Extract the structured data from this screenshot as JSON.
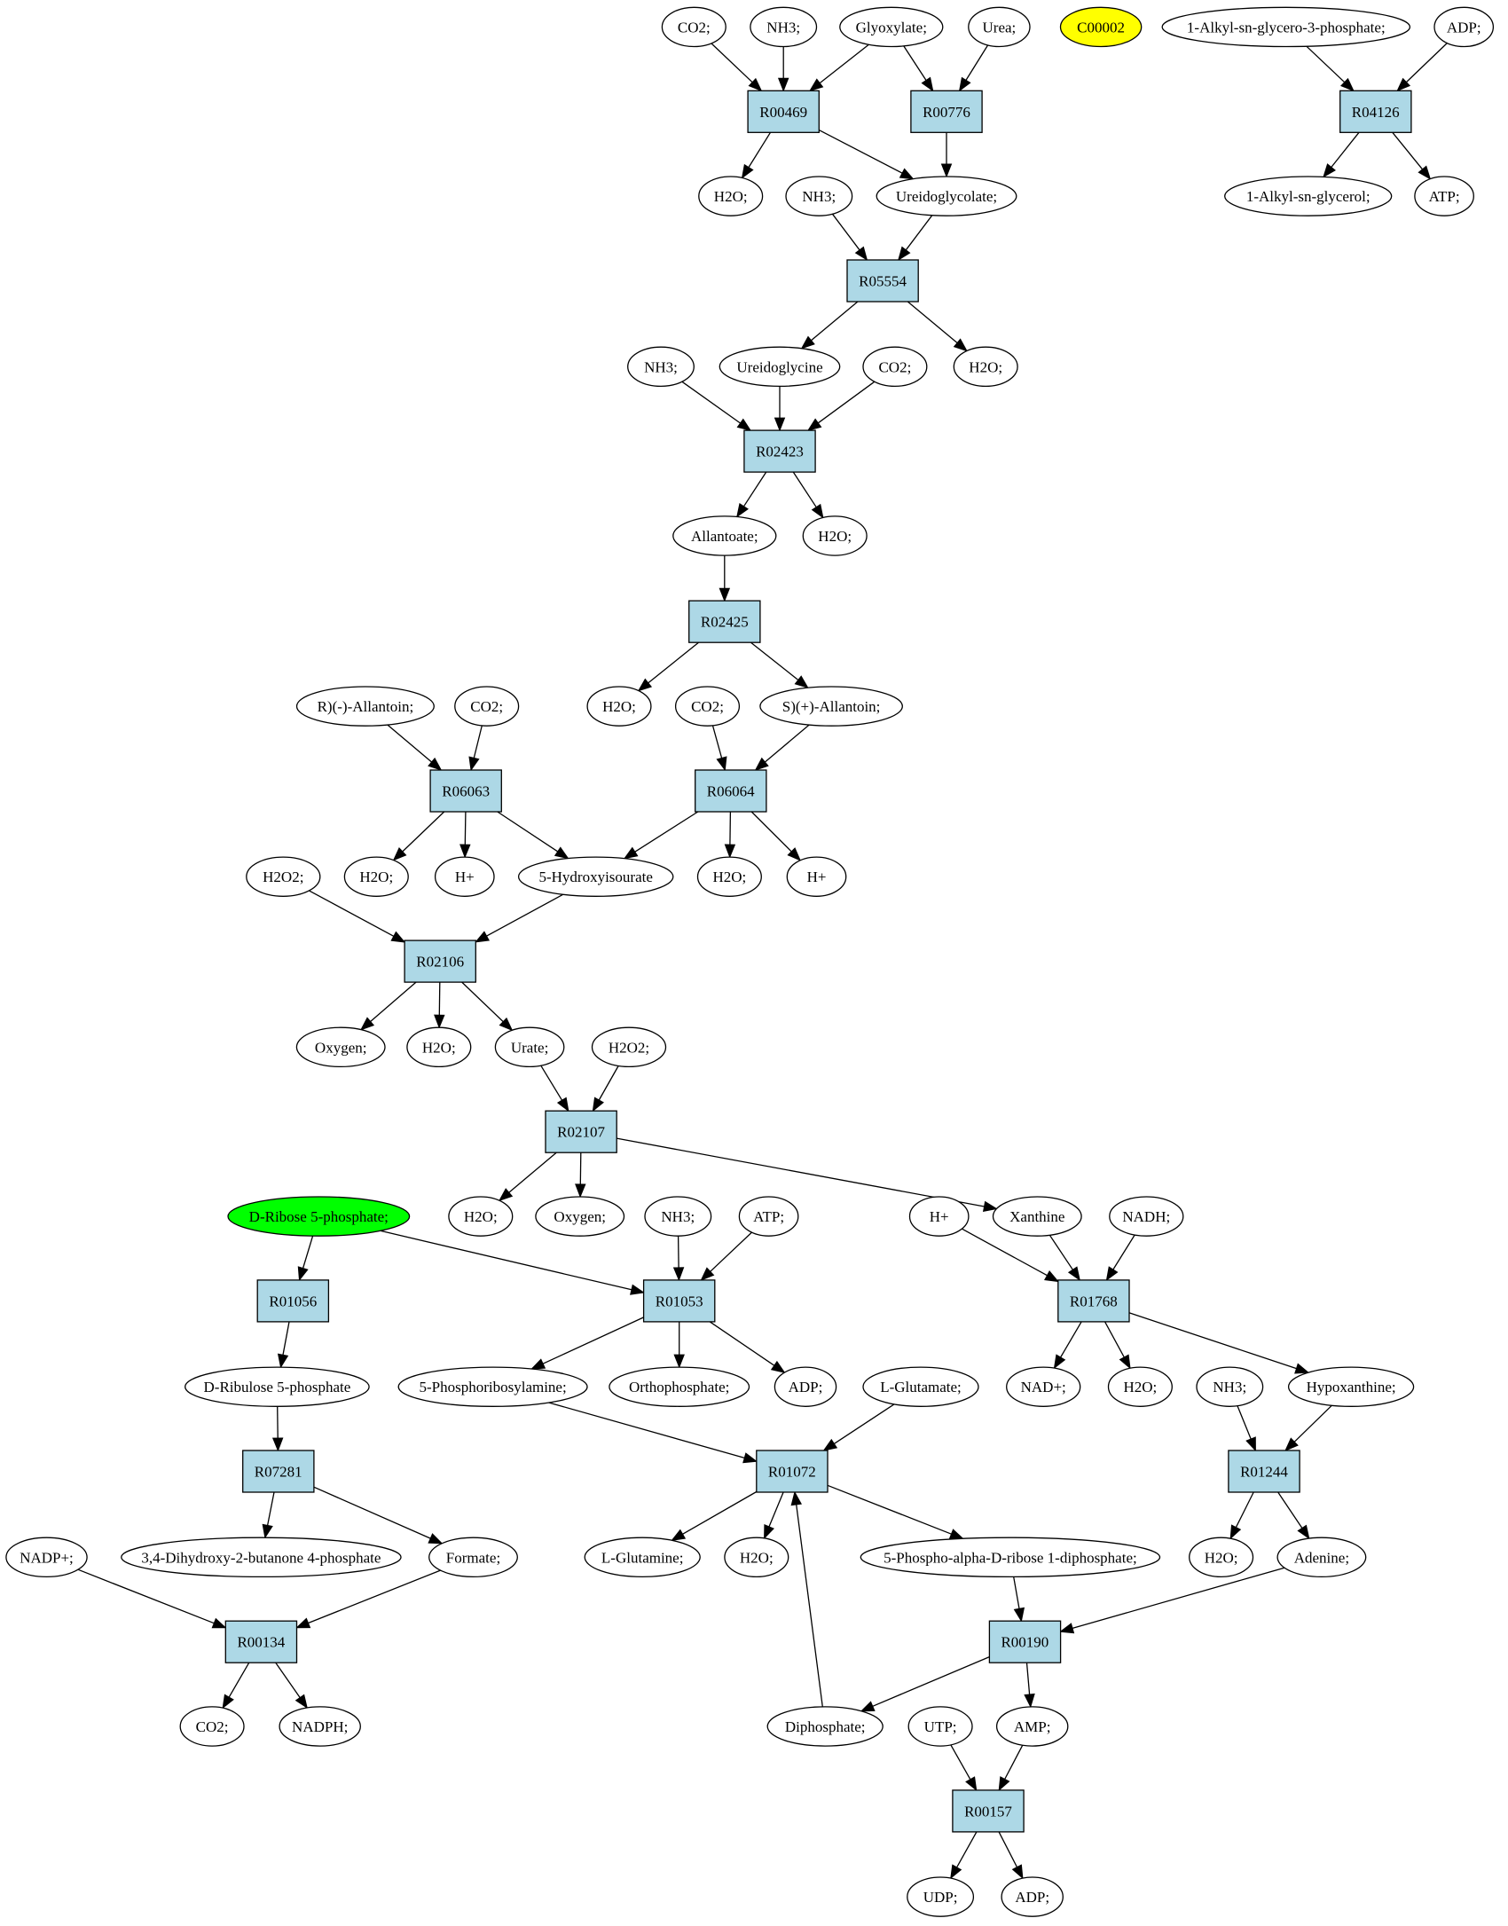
{
  "colors": {
    "compound": "#ffffff",
    "reaction": "#add8e6",
    "highlight_yellow": "#ffff00",
    "highlight_green": "#00ff00",
    "edge": "#000000"
  },
  "compounds": [
    {
      "id": "c_co2_1",
      "label": "CO2;"
    },
    {
      "id": "c_nh3_1",
      "label": "NH3;"
    },
    {
      "id": "c_glyoxylate",
      "label": "Glyoxylate;"
    },
    {
      "id": "c_urea",
      "label": "Urea;"
    },
    {
      "id": "c_c00002",
      "label": "C00002",
      "color": "highlight_yellow"
    },
    {
      "id": "c_alkylglycerophosphate",
      "label": "1-Alkyl-sn-glycero-3-phosphate;"
    },
    {
      "id": "c_adp_1",
      "label": "ADP;"
    },
    {
      "id": "c_h2o_1",
      "label": "H2O;"
    },
    {
      "id": "c_nh3_2",
      "label": "NH3;"
    },
    {
      "id": "c_ureidoglycolate",
      "label": "Ureidoglycolate;"
    },
    {
      "id": "c_alkylglycerol",
      "label": "1-Alkyl-sn-glycerol;"
    },
    {
      "id": "c_atp_1",
      "label": "ATP;"
    },
    {
      "id": "c_nh3_3",
      "label": "NH3;"
    },
    {
      "id": "c_ureidoglycine",
      "label": "Ureidoglycine"
    },
    {
      "id": "c_co2_2",
      "label": "CO2;"
    },
    {
      "id": "c_h2o_2",
      "label": "H2O;"
    },
    {
      "id": "c_allantoate",
      "label": "Allantoate;"
    },
    {
      "id": "c_h2o_3",
      "label": "H2O;"
    },
    {
      "id": "c_r_allantoin",
      "label": "R)(-)-Allantoin;"
    },
    {
      "id": "c_co2_3",
      "label": "CO2;"
    },
    {
      "id": "c_h2o_4",
      "label": "H2O;"
    },
    {
      "id": "c_co2_4",
      "label": "CO2;"
    },
    {
      "id": "c_s_allantoin",
      "label": "S)(+)-Allantoin;"
    },
    {
      "id": "c_h2o2_1",
      "label": "H2O2;"
    },
    {
      "id": "c_h2o_5",
      "label": "H2O;"
    },
    {
      "id": "c_hplus_1",
      "label": "H+"
    },
    {
      "id": "c_hydroxyisourate",
      "label": "5-Hydroxyisourate"
    },
    {
      "id": "c_h2o_6",
      "label": "H2O;"
    },
    {
      "id": "c_hplus_2",
      "label": "H+"
    },
    {
      "id": "c_oxygen_1",
      "label": "Oxygen;"
    },
    {
      "id": "c_h2o_7",
      "label": "H2O;"
    },
    {
      "id": "c_urate",
      "label": "Urate;"
    },
    {
      "id": "c_h2o2_2",
      "label": "H2O2;"
    },
    {
      "id": "c_ribose5p",
      "label": "D-Ribose 5-phosphate;",
      "color": "highlight_green"
    },
    {
      "id": "c_h2o_8",
      "label": "H2O;"
    },
    {
      "id": "c_oxygen_2",
      "label": "Oxygen;"
    },
    {
      "id": "c_nh3_4",
      "label": "NH3;"
    },
    {
      "id": "c_atp_2",
      "label": "ATP;"
    },
    {
      "id": "c_hplus_3",
      "label": "H+"
    },
    {
      "id": "c_xanthine",
      "label": "Xanthine"
    },
    {
      "id": "c_nadh",
      "label": "NADH;"
    },
    {
      "id": "c_ribulose5p",
      "label": "D-Ribulose 5-phosphate"
    },
    {
      "id": "c_phosphoribosylamine",
      "label": "5-Phosphoribosylamine;"
    },
    {
      "id": "c_orthophosphate",
      "label": "Orthophosphate;"
    },
    {
      "id": "c_adp_2",
      "label": "ADP;"
    },
    {
      "id": "c_lglutamate",
      "label": "L-Glutamate;"
    },
    {
      "id": "c_nadplus",
      "label": "NAD+;"
    },
    {
      "id": "c_h2o_9",
      "label": "H2O;"
    },
    {
      "id": "c_nh3_5",
      "label": "NH3;"
    },
    {
      "id": "c_hypoxanthine",
      "label": "Hypoxanthine;"
    },
    {
      "id": "c_nadpplus",
      "label": "NADP+;"
    },
    {
      "id": "c_dihydroxybutanone",
      "label": "3,4-Dihydroxy-2-butanone 4-phosphate"
    },
    {
      "id": "c_formate",
      "label": "Formate;"
    },
    {
      "id": "c_lglutamine",
      "label": "L-Glutamine;"
    },
    {
      "id": "c_h2o_10",
      "label": "H2O;"
    },
    {
      "id": "c_prpp",
      "label": "5-Phospho-alpha-D-ribose 1-diphosphate;"
    },
    {
      "id": "c_h2o_11",
      "label": "H2O;"
    },
    {
      "id": "c_adenine",
      "label": "Adenine;"
    },
    {
      "id": "c_co2_5",
      "label": "CO2;"
    },
    {
      "id": "c_nadph",
      "label": "NADPH;"
    },
    {
      "id": "c_diphosphate",
      "label": "Diphosphate;"
    },
    {
      "id": "c_utp",
      "label": "UTP;"
    },
    {
      "id": "c_amp",
      "label": "AMP;"
    },
    {
      "id": "c_udp",
      "label": "UDP;"
    },
    {
      "id": "c_adp_3",
      "label": "ADP;"
    }
  ],
  "reactions": [
    {
      "id": "R00469",
      "label": "R00469"
    },
    {
      "id": "R00776",
      "label": "R00776"
    },
    {
      "id": "R04126",
      "label": "R04126"
    },
    {
      "id": "R05554",
      "label": "R05554"
    },
    {
      "id": "R02423",
      "label": "R02423"
    },
    {
      "id": "R02425",
      "label": "R02425"
    },
    {
      "id": "R06063",
      "label": "R06063"
    },
    {
      "id": "R06064",
      "label": "R06064"
    },
    {
      "id": "R02106",
      "label": "R02106"
    },
    {
      "id": "R02107",
      "label": "R02107"
    },
    {
      "id": "R01056",
      "label": "R01056"
    },
    {
      "id": "R01053",
      "label": "R01053"
    },
    {
      "id": "R01768",
      "label": "R01768"
    },
    {
      "id": "R07281",
      "label": "R07281"
    },
    {
      "id": "R01072",
      "label": "R01072"
    },
    {
      "id": "R01244",
      "label": "R01244"
    },
    {
      "id": "R00134",
      "label": "R00134"
    },
    {
      "id": "R00190",
      "label": "R00190"
    },
    {
      "id": "R00157",
      "label": "R00157"
    }
  ],
  "edges": [
    [
      "c_co2_1",
      "R00469"
    ],
    [
      "c_nh3_1",
      "R00469"
    ],
    [
      "c_glyoxylate",
      "R00469"
    ],
    [
      "R00469",
      "c_h2o_1"
    ],
    [
      "R00469",
      "c_ureidoglycolate"
    ],
    [
      "c_glyoxylate",
      "R00776"
    ],
    [
      "c_urea",
      "R00776"
    ],
    [
      "R00776",
      "c_ureidoglycolate"
    ],
    [
      "c_alkylglycerophosphate",
      "R04126"
    ],
    [
      "c_adp_1",
      "R04126"
    ],
    [
      "R04126",
      "c_alkylglycerol"
    ],
    [
      "R04126",
      "c_atp_1"
    ],
    [
      "c_nh3_2",
      "R05554"
    ],
    [
      "c_ureidoglycolate",
      "R05554"
    ],
    [
      "R05554",
      "c_ureidoglycine"
    ],
    [
      "R05554",
      "c_h2o_2"
    ],
    [
      "c_nh3_3",
      "R02423"
    ],
    [
      "c_ureidoglycine",
      "R02423"
    ],
    [
      "c_co2_2",
      "R02423"
    ],
    [
      "R02423",
      "c_allantoate"
    ],
    [
      "R02423",
      "c_h2o_3"
    ],
    [
      "c_allantoate",
      "R02425"
    ],
    [
      "R02425",
      "c_h2o_4"
    ],
    [
      "R02425",
      "c_s_allantoin"
    ],
    [
      "c_r_allantoin",
      "R06063"
    ],
    [
      "c_co2_3",
      "R06063"
    ],
    [
      "R06063",
      "c_h2o_5"
    ],
    [
      "R06063",
      "c_hplus_1"
    ],
    [
      "R06063",
      "c_hydroxyisourate"
    ],
    [
      "c_co2_4",
      "R06064"
    ],
    [
      "c_s_allantoin",
      "R06064"
    ],
    [
      "R06064",
      "c_hydroxyisourate"
    ],
    [
      "R06064",
      "c_h2o_6"
    ],
    [
      "R06064",
      "c_hplus_2"
    ],
    [
      "c_h2o2_1",
      "R02106"
    ],
    [
      "c_hydroxyisourate",
      "R02106"
    ],
    [
      "R02106",
      "c_oxygen_1"
    ],
    [
      "R02106",
      "c_h2o_7"
    ],
    [
      "R02106",
      "c_urate"
    ],
    [
      "c_urate",
      "R02107"
    ],
    [
      "c_h2o2_2",
      "R02107"
    ],
    [
      "R02107",
      "c_h2o_8"
    ],
    [
      "R02107",
      "c_oxygen_2"
    ],
    [
      "R02107",
      "c_xanthine"
    ],
    [
      "c_ribose5p",
      "R01056"
    ],
    [
      "c_ribose5p",
      "R01053"
    ],
    [
      "c_nh3_4",
      "R01053"
    ],
    [
      "c_atp_2",
      "R01053"
    ],
    [
      "R01053",
      "c_phosphoribosylamine"
    ],
    [
      "R01053",
      "c_orthophosphate"
    ],
    [
      "R01053",
      "c_adp_2"
    ],
    [
      "c_hplus_3",
      "R01768"
    ],
    [
      "c_xanthine",
      "R01768"
    ],
    [
      "c_nadh",
      "R01768"
    ],
    [
      "R01768",
      "c_nadplus"
    ],
    [
      "R01768",
      "c_h2o_9"
    ],
    [
      "R01768",
      "c_hypoxanthine"
    ],
    [
      "R01056",
      "c_ribulose5p"
    ],
    [
      "c_ribulose5p",
      "R07281"
    ],
    [
      "R07281",
      "c_dihydroxybutanone"
    ],
    [
      "R07281",
      "c_formate"
    ],
    [
      "c_phosphoribosylamine",
      "R01072"
    ],
    [
      "c_lglutamate",
      "R01072"
    ],
    [
      "c_diphosphate",
      "R01072"
    ],
    [
      "R01072",
      "c_lglutamine"
    ],
    [
      "R01072",
      "c_h2o_10"
    ],
    [
      "R01072",
      "c_prpp"
    ],
    [
      "c_nh3_5",
      "R01244"
    ],
    [
      "c_hypoxanthine",
      "R01244"
    ],
    [
      "R01244",
      "c_h2o_11"
    ],
    [
      "R01244",
      "c_adenine"
    ],
    [
      "c_nadpplus",
      "R00134"
    ],
    [
      "c_formate",
      "R00134"
    ],
    [
      "R00134",
      "c_co2_5"
    ],
    [
      "R00134",
      "c_nadph"
    ],
    [
      "c_prpp",
      "R00190"
    ],
    [
      "c_adenine",
      "R00190"
    ],
    [
      "R00190",
      "c_diphosphate"
    ],
    [
      "R00190",
      "c_amp"
    ],
    [
      "c_utp",
      "R00157"
    ],
    [
      "c_amp",
      "R00157"
    ],
    [
      "R00157",
      "c_udp"
    ],
    [
      "R00157",
      "c_adp_3"
    ]
  ]
}
